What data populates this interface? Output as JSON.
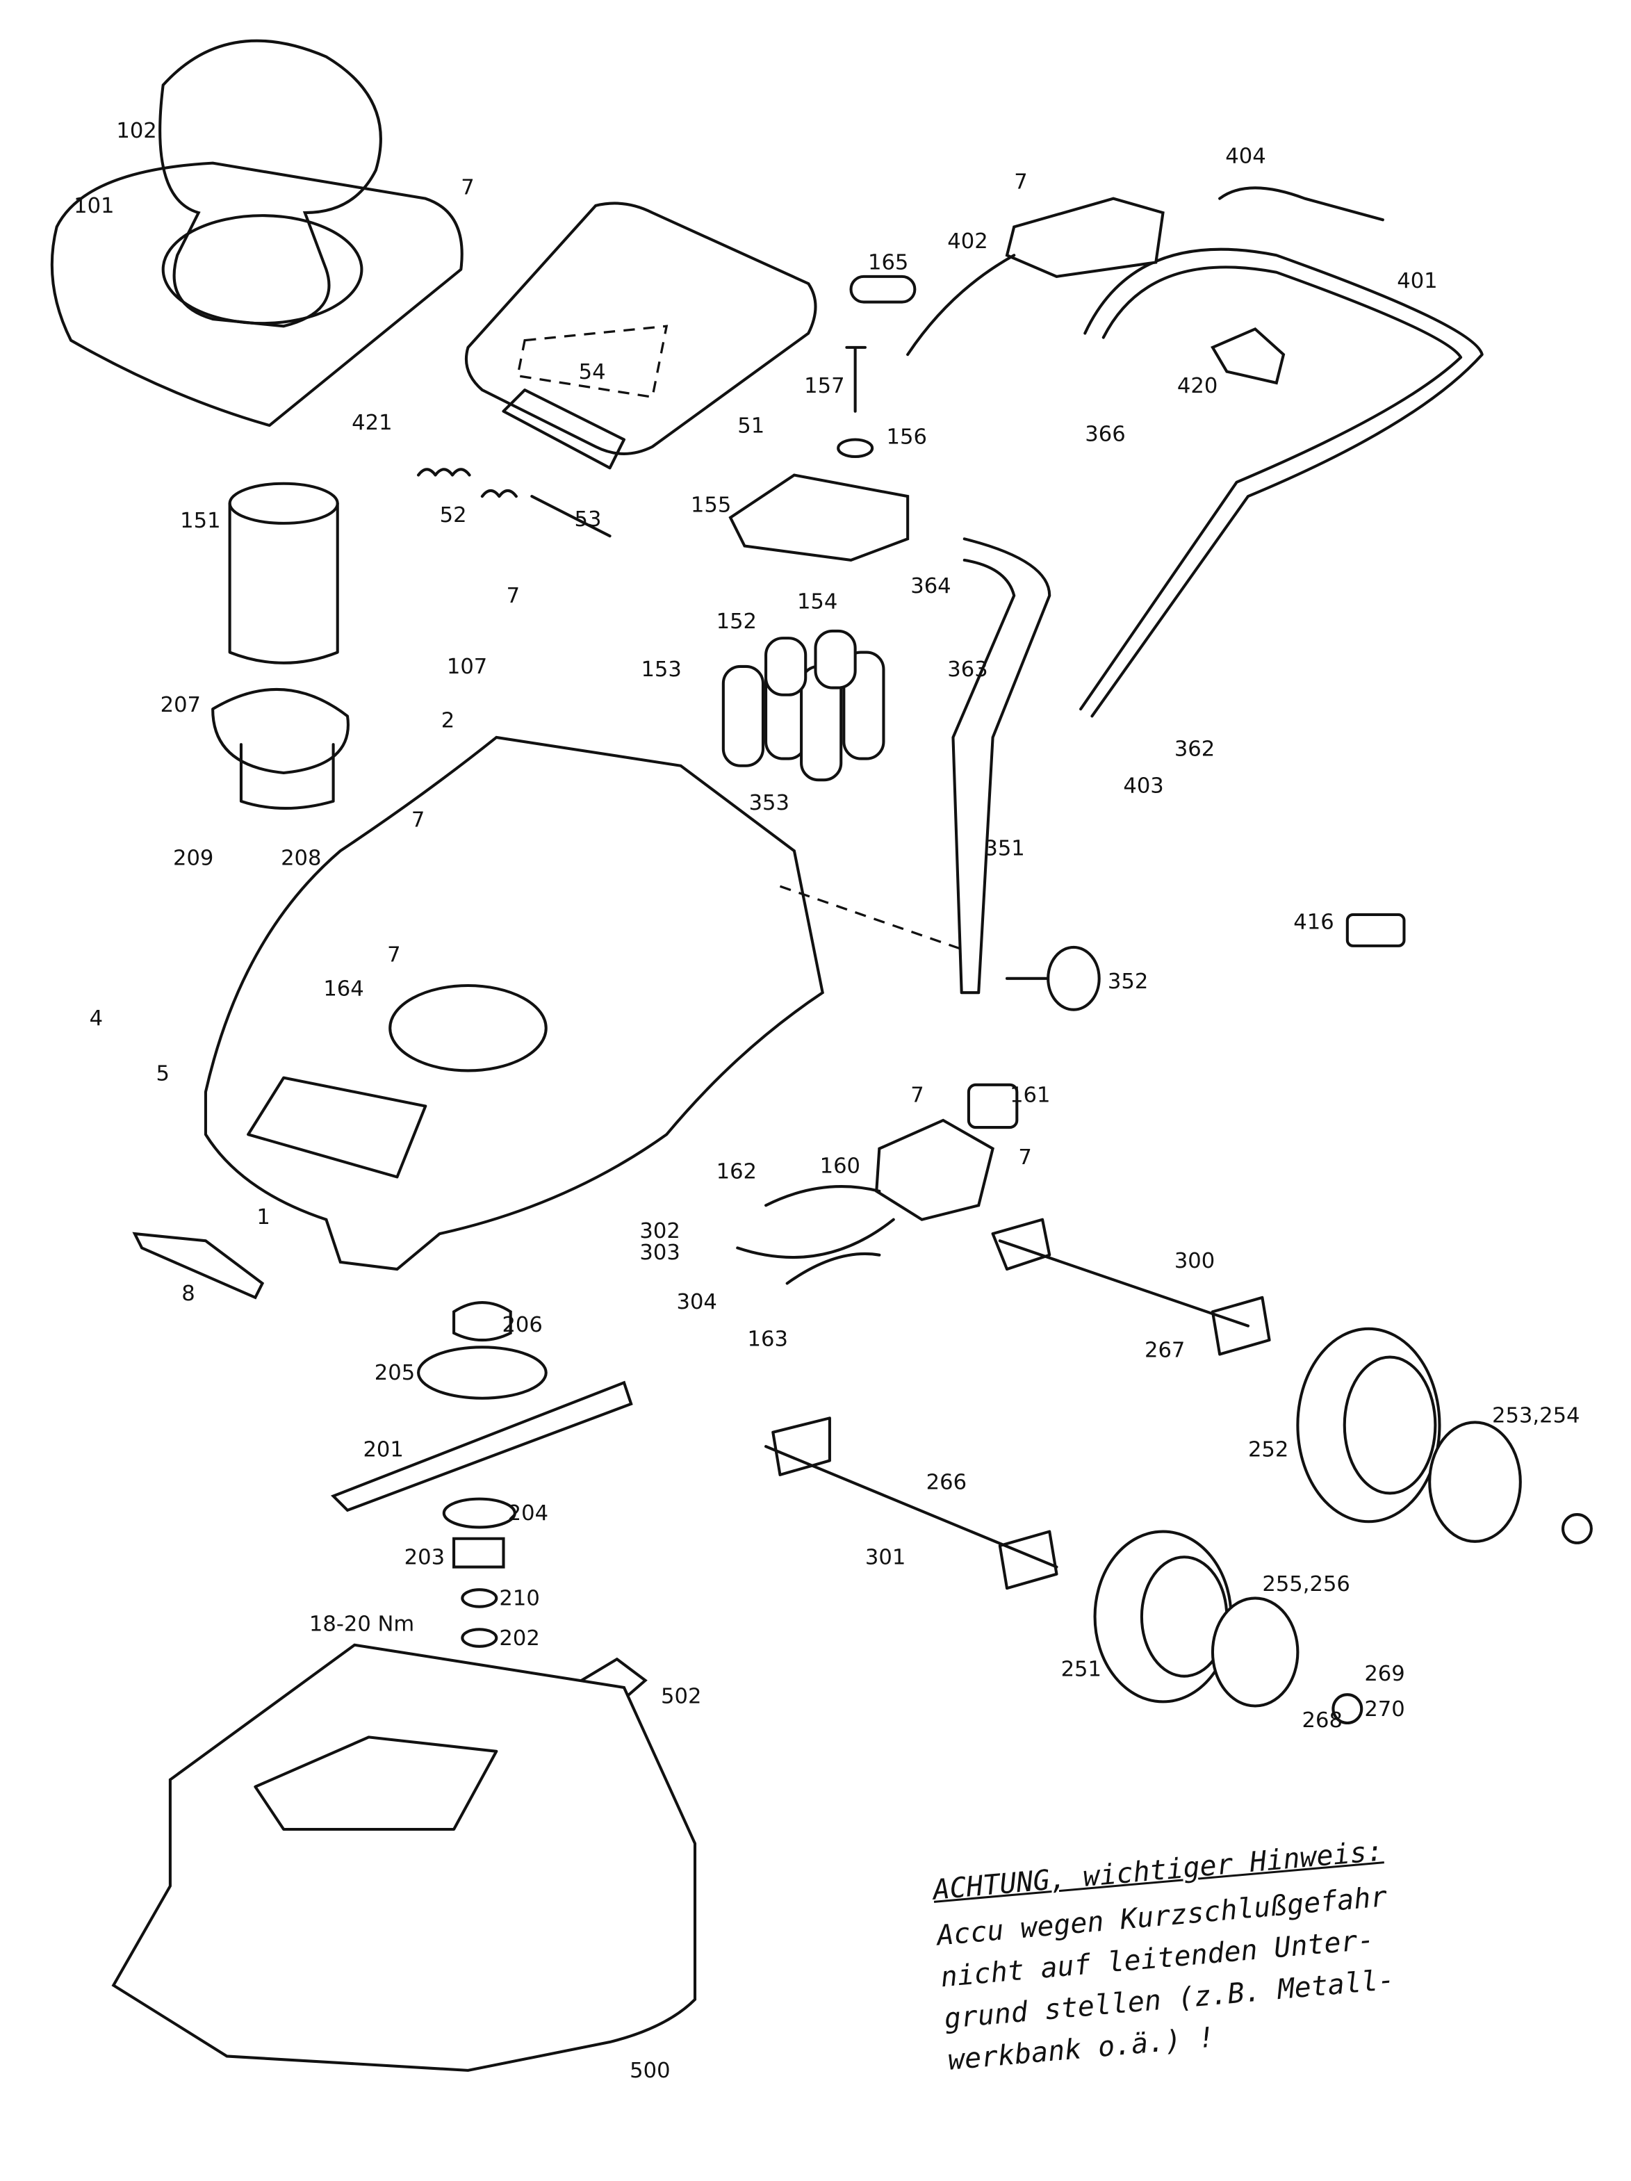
{
  "title": "Exploded parts diagram - battery lawn mower",
  "part_labels": [
    {
      "id": "l102",
      "text": "102"
    },
    {
      "id": "l101",
      "text": "101"
    },
    {
      "id": "l7a",
      "text": "7"
    },
    {
      "id": "l421",
      "text": "421"
    },
    {
      "id": "l54",
      "text": "54"
    },
    {
      "id": "l51",
      "text": "51"
    },
    {
      "id": "l52",
      "text": "52"
    },
    {
      "id": "l53",
      "text": "53"
    },
    {
      "id": "l165",
      "text": "165"
    },
    {
      "id": "l7b",
      "text": "7"
    },
    {
      "id": "l402",
      "text": "402"
    },
    {
      "id": "l404",
      "text": "404"
    },
    {
      "id": "l401",
      "text": "401"
    },
    {
      "id": "l420",
      "text": "420"
    },
    {
      "id": "l157",
      "text": "157"
    },
    {
      "id": "l156",
      "text": "156"
    },
    {
      "id": "l366",
      "text": "366"
    },
    {
      "id": "l155",
      "text": "155"
    },
    {
      "id": "l151",
      "text": "151"
    },
    {
      "id": "l7c",
      "text": "7"
    },
    {
      "id": "l107",
      "text": "107"
    },
    {
      "id": "l152",
      "text": "152"
    },
    {
      "id": "l154",
      "text": "154"
    },
    {
      "id": "l153",
      "text": "153"
    },
    {
      "id": "l364",
      "text": "364"
    },
    {
      "id": "l363",
      "text": "363"
    },
    {
      "id": "l207",
      "text": "207"
    },
    {
      "id": "l2",
      "text": "2"
    },
    {
      "id": "l7d",
      "text": "7"
    },
    {
      "id": "l362",
      "text": "362"
    },
    {
      "id": "l403",
      "text": "403"
    },
    {
      "id": "l353",
      "text": "353"
    },
    {
      "id": "l209",
      "text": "209"
    },
    {
      "id": "l208",
      "text": "208"
    },
    {
      "id": "l351",
      "text": "351"
    },
    {
      "id": "l416",
      "text": "416"
    },
    {
      "id": "l352",
      "text": "352"
    },
    {
      "id": "l7e",
      "text": "7"
    },
    {
      "id": "l164",
      "text": "164"
    },
    {
      "id": "l4",
      "text": "4"
    },
    {
      "id": "l5",
      "text": "5"
    },
    {
      "id": "l7f",
      "text": "7"
    },
    {
      "id": "l161",
      "text": "161"
    },
    {
      "id": "l7g",
      "text": "7"
    },
    {
      "id": "l162",
      "text": "162"
    },
    {
      "id": "l160",
      "text": "160"
    },
    {
      "id": "l1",
      "text": "1"
    },
    {
      "id": "l302",
      "text": "302"
    },
    {
      "id": "l303",
      "text": "303"
    },
    {
      "id": "l300",
      "text": "300"
    },
    {
      "id": "l8",
      "text": "8"
    },
    {
      "id": "l304",
      "text": "304"
    },
    {
      "id": "l163",
      "text": "163"
    },
    {
      "id": "l206",
      "text": "206"
    },
    {
      "id": "l267",
      "text": "267"
    },
    {
      "id": "l205",
      "text": "205"
    },
    {
      "id": "l253",
      "text": "253,254"
    },
    {
      "id": "l252",
      "text": "252"
    },
    {
      "id": "l201",
      "text": "201"
    },
    {
      "id": "l266",
      "text": "266"
    },
    {
      "id": "l204",
      "text": "204"
    },
    {
      "id": "l203",
      "text": "203"
    },
    {
      "id": "l301",
      "text": "301"
    },
    {
      "id": "l210",
      "text": "210"
    },
    {
      "id": "l255",
      "text": "255,256"
    },
    {
      "id": "ltorque",
      "text": "18-20 Nm"
    },
    {
      "id": "l202",
      "text": "202"
    },
    {
      "id": "l269",
      "text": "269"
    },
    {
      "id": "l251",
      "text": "251"
    },
    {
      "id": "l270",
      "text": "270"
    },
    {
      "id": "l268",
      "text": "268"
    },
    {
      "id": "l502",
      "text": "502"
    },
    {
      "id": "l500",
      "text": "500"
    }
  ],
  "note": {
    "heading": "ACHTUNG, wichtiger Hinweis:",
    "lines": [
      "Accu wegen Kurzschlußgefahr",
      "nicht auf leitenden Unter-",
      "grund stellen (z.B. Metall-",
      "werkbank o.ä.) !"
    ]
  }
}
